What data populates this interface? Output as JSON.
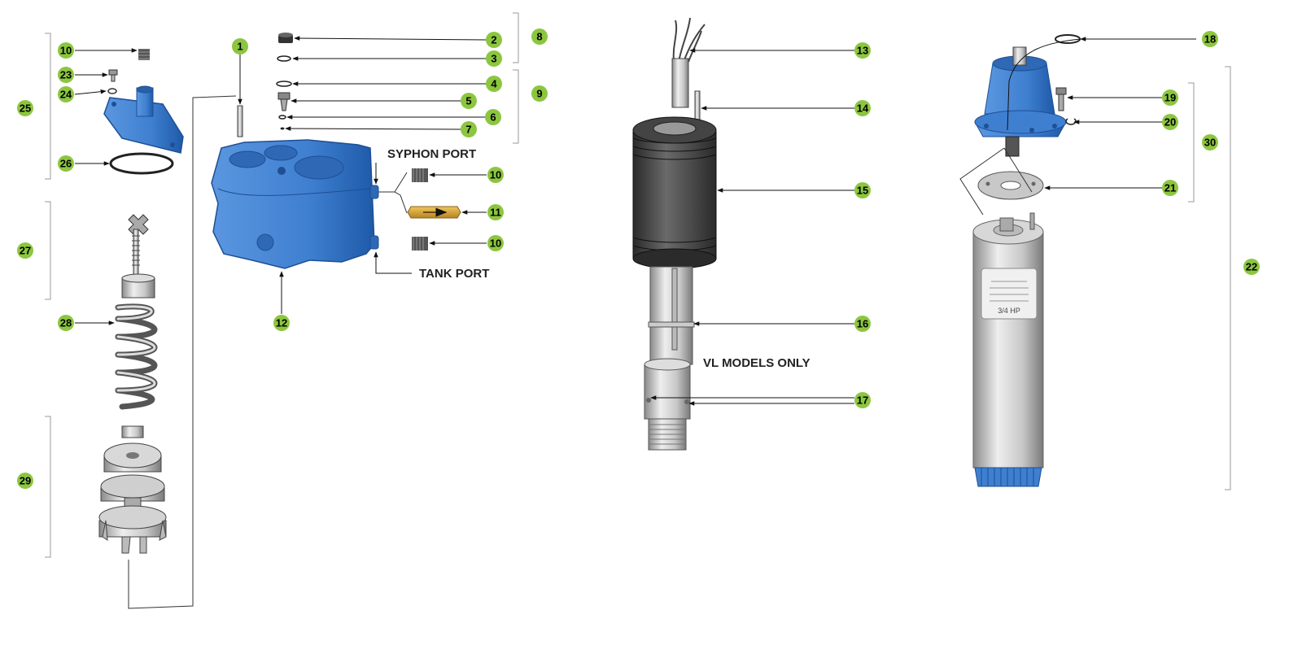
{
  "colors": {
    "badge_fill": "#8cc63f",
    "pump_blue": "#3f7fd0",
    "pump_blue_dark": "#1e5aa8",
    "brass": "#d9a336",
    "steel_light": "#e2e2e2",
    "steel_dark": "#7a7a7a",
    "rubber": "#3c3c3c",
    "line": "#111111"
  },
  "annotations": {
    "syphon_port": "SYPHON PORT",
    "tank_port": "TANK PORT",
    "vl_models_only": "VL MODELS ONLY"
  },
  "nameplate": {
    "rating": "3/4 HP"
  },
  "badges": [
    {
      "text": "10"
    },
    {
      "text": "23"
    },
    {
      "text": "24"
    },
    {
      "text": "25"
    },
    {
      "text": "26"
    },
    {
      "text": "27"
    },
    {
      "text": "28"
    },
    {
      "text": "29"
    },
    {
      "text": "1"
    },
    {
      "text": "12"
    },
    {
      "text": "2"
    },
    {
      "text": "3"
    },
    {
      "text": "4"
    },
    {
      "text": "5"
    },
    {
      "text": "6"
    },
    {
      "text": "7"
    },
    {
      "text": "8"
    },
    {
      "text": "9"
    },
    {
      "text": "10"
    },
    {
      "text": "11"
    },
    {
      "text": "10"
    },
    {
      "text": "13"
    },
    {
      "text": "14"
    },
    {
      "text": "15"
    },
    {
      "text": "16"
    },
    {
      "text": "17"
    },
    {
      "text": "18"
    },
    {
      "text": "19"
    },
    {
      "text": "20"
    },
    {
      "text": "21"
    },
    {
      "text": "30"
    },
    {
      "text": "22"
    }
  ]
}
